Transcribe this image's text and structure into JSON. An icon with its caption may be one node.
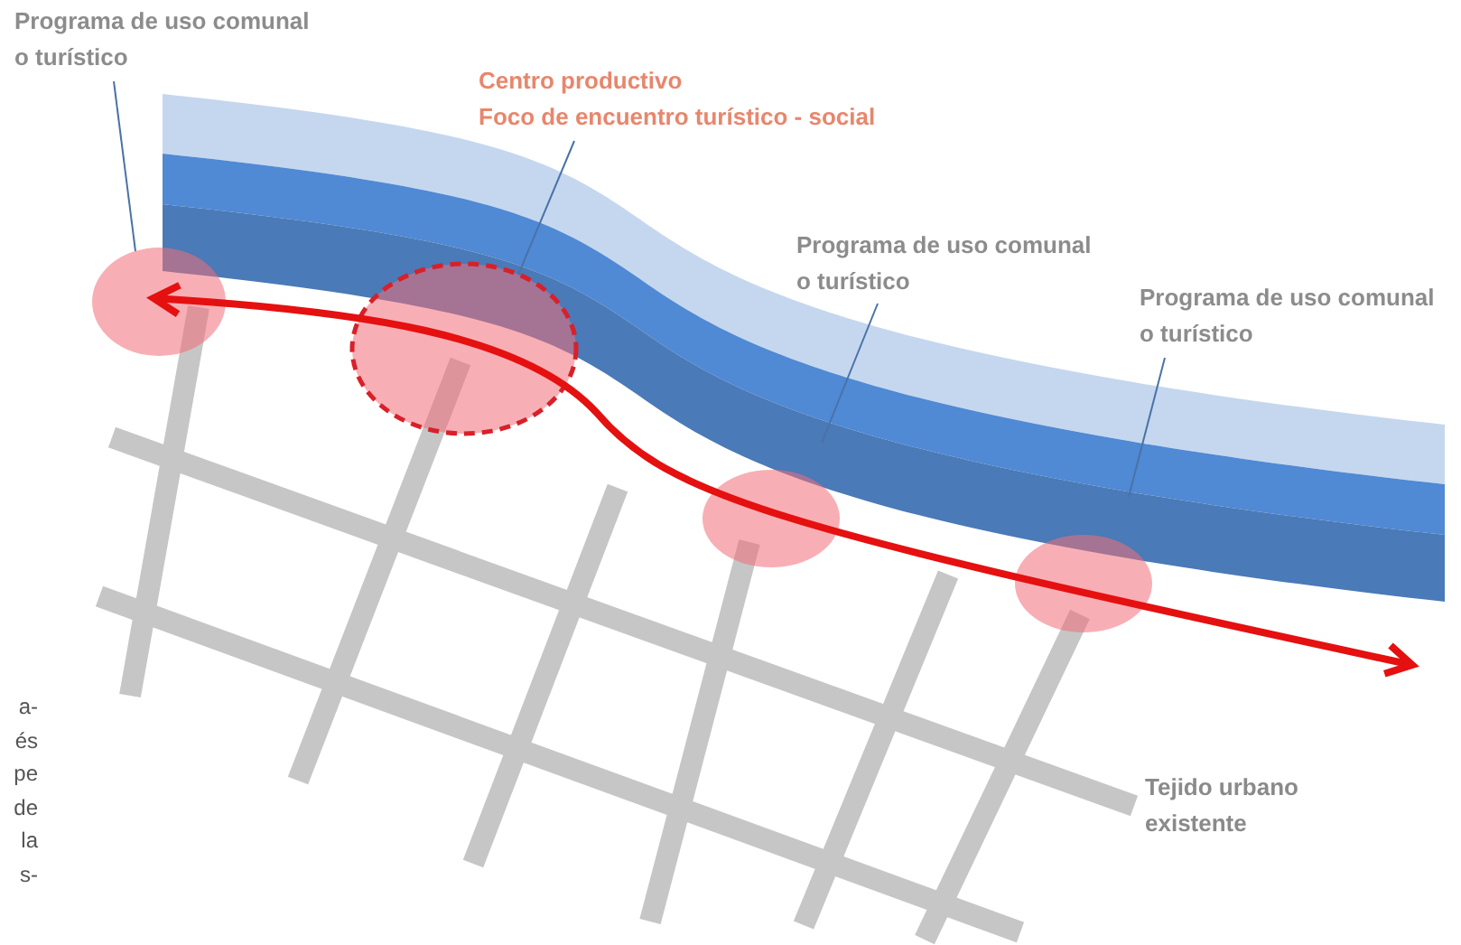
{
  "diagram": {
    "nodes": [
      {
        "text": [
          "Programa de uso comunal o turístico"
        ]
      },
      {
        "text": [
          "Centro productivo",
          "Foco de encuentro turístico - social"
        ]
      },
      {
        "text": [
          "Programa de uso comunal o turístico"
        ]
      },
      {
        "text": [
          "Programa de uso comunal o turístico"
        ]
      },
      {
        "text": [],
        "shape": "band"
      },
      {
        "text": [],
        "shape": "circle"
      },
      {
        "text": [],
        "shape": "circle"
      },
      {
        "text": [],
        "shape": "circle"
      },
      {
        "text": [],
        "shape": "circle"
      }
    ],
    "edges": [
      {
        "from": 0,
        "to": 5,
        "arrow": "none"
      },
      {
        "from": 1,
        "to": 6,
        "arrow": "none"
      },
      {
        "from": 2,
        "to": 4,
        "arrow": "none"
      },
      {
        "from": 3,
        "to": 4,
        "arrow": "none"
      },
      {
        "from": null,
        "to": 5,
        "arrow": "both",
        "style": "thick",
        "color": "#e51010"
      }
    ],
    "labels": [
      "a- és pe de la s-",
      "Tejido urbano existente"
    ]
  }
}
